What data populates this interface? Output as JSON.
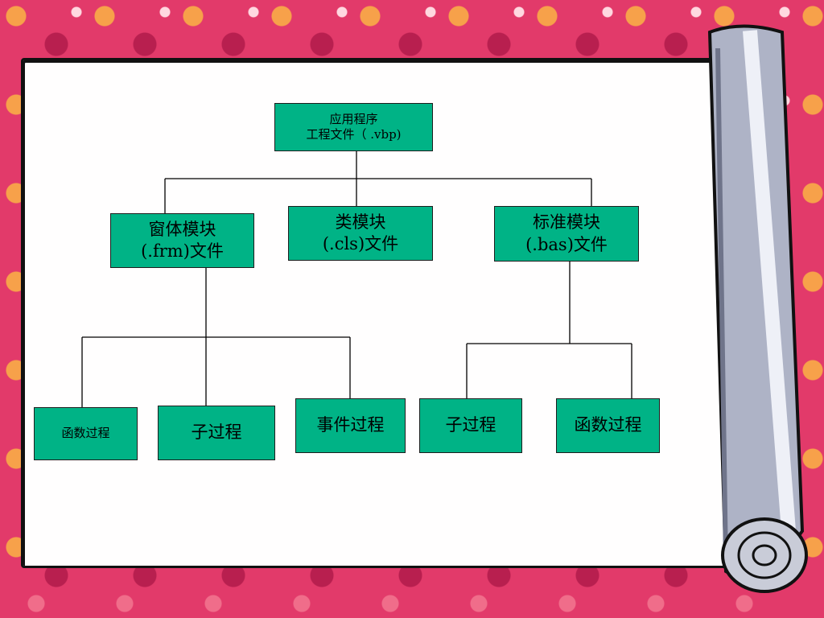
{
  "diagram": {
    "root": {
      "line1": "应用程序",
      "line2": "工程文件（ .vbp)"
    },
    "form_module": {
      "line1": "窗体模块",
      "line2": "(.frm)文件"
    },
    "class_module": {
      "line1": "类模块",
      "line2": "(.cls)文件"
    },
    "standard_module": {
      "line1": "标准模块",
      "line2": "(.bas)文件"
    },
    "form_children": [
      "函数过程",
      "子过程",
      "事件过程"
    ],
    "standard_children": [
      "子过程",
      "函数过程"
    ]
  }
}
